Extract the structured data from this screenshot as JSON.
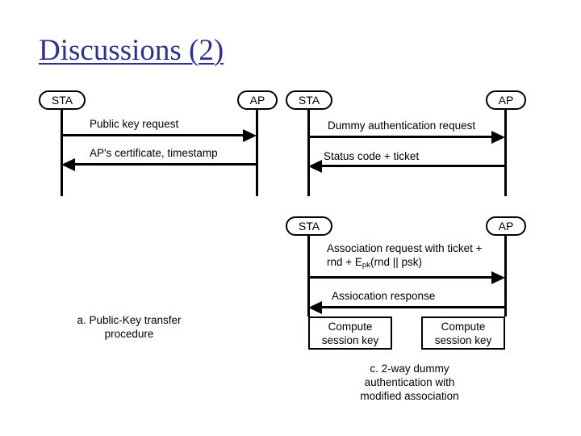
{
  "slide": {
    "title": "Discussions (2)",
    "title_color": "#31318C",
    "background_color": "#ffffff"
  },
  "diagrams": [
    {
      "id": "a",
      "actors": {
        "left": "STA",
        "right": "AP"
      },
      "messages": [
        {
          "label": "Public key request",
          "direction": "right"
        },
        {
          "label": "AP's certificate, timestamp",
          "direction": "left"
        }
      ],
      "caption": {
        "line1": "a. Public-Key transfer",
        "line2": "procedure"
      }
    },
    {
      "id": "b",
      "actors": {
        "left": "STA",
        "right": "AP"
      },
      "messages": [
        {
          "label": "Dummy authentication request",
          "direction": "right"
        },
        {
          "label": "Status code + ticket",
          "direction": "left"
        }
      ]
    },
    {
      "id": "c",
      "actors": {
        "left": "STA",
        "right": "AP"
      },
      "messages": [
        {
          "label_line1": "Association request with ticket +",
          "label_line2_pre": "rnd + E",
          "label_line2_sub": "pk",
          "label_line2_post": "(rnd || psk)",
          "direction": "right"
        },
        {
          "label": "Assiocation response",
          "direction": "left"
        }
      ],
      "boxes": [
        {
          "line1": "Compute",
          "line2": "session key"
        },
        {
          "line1": "Compute",
          "line2": "session key"
        }
      ],
      "caption": {
        "line1": "c. 2-way dummy",
        "line2": "authentication with",
        "line3": "modified association"
      }
    }
  ]
}
